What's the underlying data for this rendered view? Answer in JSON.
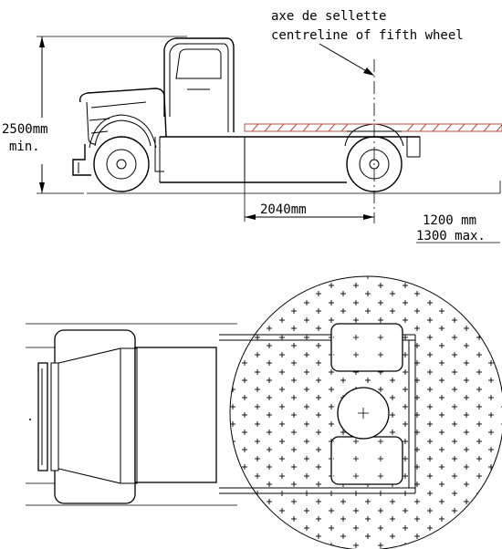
{
  "side_view": {
    "fifth_wheel_axis_fr": "axe de sellette",
    "fifth_wheel_axis_en": "centreline of fifth wheel",
    "height_value": "2500mm",
    "height_qualifier": "min.",
    "fifth_wheel_offset": "2040mm",
    "overhang_nominal": "1200 mm",
    "overhang_max": "1300 max."
  },
  "colors": {
    "line": "#000000",
    "trailer_hatch": "#b5523f",
    "background": "#ffffff"
  }
}
